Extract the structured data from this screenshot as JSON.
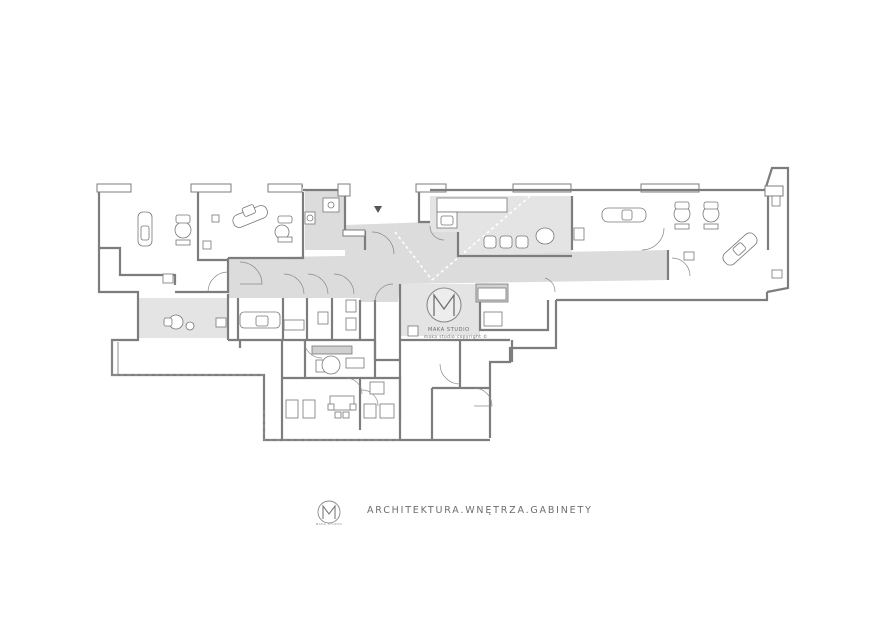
{
  "plan": {
    "watermark": {
      "monogram": "M",
      "studio": "MAKA STUDIO",
      "copyright": "maka studio copyright ©"
    }
  },
  "footer": {
    "logo_monogram": "M",
    "logo_caption": "MAKA STUDIO",
    "tagline": "ARCHITEKTURA.WNĘTRZA.GABINETY"
  },
  "colors": {
    "background": "#ffffff",
    "walls": "#7d7d7d",
    "corridor": "#dcdcdc",
    "text": "#6e6e6e"
  }
}
